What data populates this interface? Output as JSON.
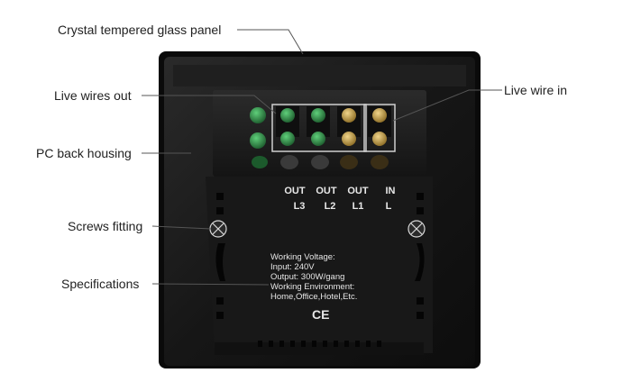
{
  "callouts": {
    "glass_panel": "Crystal tempered glass panel",
    "live_wires_out": "Live wires out",
    "live_wire_in": "Live wire in",
    "back_housing": "PC back housing",
    "screws": "Screws fitting",
    "specifications": "Specifications"
  },
  "terminals": {
    "out_label": "OUT",
    "in_label": "IN",
    "l3": "L3",
    "l2": "L2",
    "l1": "L1",
    "l": "L"
  },
  "spec_plate": {
    "line1": "Working Voltage:",
    "line2": "Input: 240V",
    "line3": "Output: 300W/gang",
    "line4": "Working Environment:",
    "line5": "Home,Office,Hotel,Etc.",
    "mark": "CE"
  },
  "colors": {
    "housing": "#1b1b1b",
    "label_text": "#222222",
    "leader_line": "#555555",
    "terminal_green": "#2f8a45",
    "terminal_brass": "#c9a24a",
    "highlight_box": "#cfcfcf"
  }
}
